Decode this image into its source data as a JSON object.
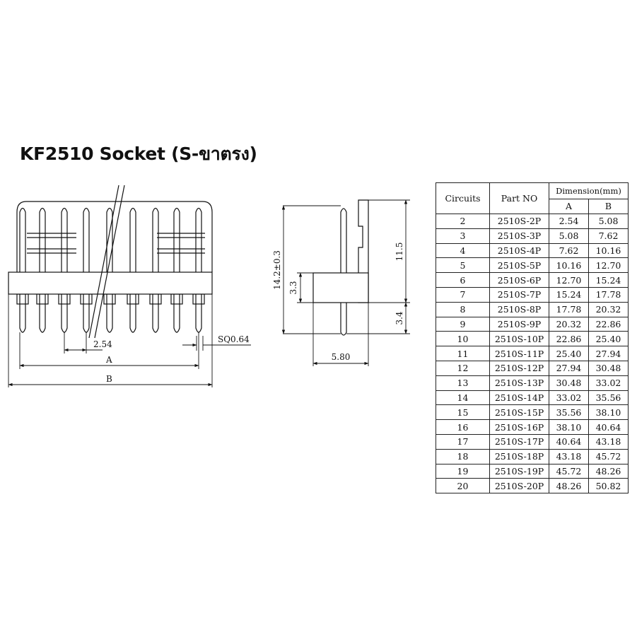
{
  "title": "KF2510 Socket (S-ขาตรง)",
  "front_view": {
    "pitch_label": "2.54",
    "pin_label": "SQ0.64",
    "dim_a_label": "A",
    "dim_b_label": "B"
  },
  "side_view": {
    "total_height_label": "14.2±0.3",
    "housing_height_label": "3.3",
    "upper_pin_label": "11.5",
    "lower_pin_label": "3.4",
    "depth_label": "5.80"
  },
  "table": {
    "headers": {
      "circuits": "Circuits",
      "part_no": "Part   NO",
      "dimension": "Dimension(mm)",
      "a": "A",
      "b": "B"
    },
    "rows": [
      {
        "circuits": "2",
        "part": "2510S-2P",
        "a": "2.54",
        "b": "5.08"
      },
      {
        "circuits": "3",
        "part": "2510S-3P",
        "a": "5.08",
        "b": "7.62"
      },
      {
        "circuits": "4",
        "part": "2510S-4P",
        "a": "7.62",
        "b": "10.16"
      },
      {
        "circuits": "5",
        "part": "2510S-5P",
        "a": "10.16",
        "b": "12.70"
      },
      {
        "circuits": "6",
        "part": "2510S-6P",
        "a": "12.70",
        "b": "15.24"
      },
      {
        "circuits": "7",
        "part": "2510S-7P",
        "a": "15.24",
        "b": "17.78"
      },
      {
        "circuits": "8",
        "part": "2510S-8P",
        "a": "17.78",
        "b": "20.32"
      },
      {
        "circuits": "9",
        "part": "2510S-9P",
        "a": "20.32",
        "b": "22.86"
      },
      {
        "circuits": "10",
        "part": "2510S-10P",
        "a": "22.86",
        "b": "25.40"
      },
      {
        "circuits": "11",
        "part": "2510S-11P",
        "a": "25.40",
        "b": "27.94"
      },
      {
        "circuits": "12",
        "part": "2510S-12P",
        "a": "27.94",
        "b": "30.48"
      },
      {
        "circuits": "13",
        "part": "2510S-13P",
        "a": "30.48",
        "b": "33.02"
      },
      {
        "circuits": "14",
        "part": "2510S-14P",
        "a": "33.02",
        "b": "35.56"
      },
      {
        "circuits": "15",
        "part": "2510S-15P",
        "a": "35.56",
        "b": "38.10"
      },
      {
        "circuits": "16",
        "part": "2510S-16P",
        "a": "38.10",
        "b": "40.64"
      },
      {
        "circuits": "17",
        "part": "2510S-17P",
        "a": "40.64",
        "b": "43.18"
      },
      {
        "circuits": "18",
        "part": "2510S-18P",
        "a": "43.18",
        "b": "45.72"
      },
      {
        "circuits": "19",
        "part": "2510S-19P",
        "a": "45.72",
        "b": "48.26"
      },
      {
        "circuits": "20",
        "part": "2510S-20P",
        "a": "48.26",
        "b": "50.82"
      }
    ]
  }
}
